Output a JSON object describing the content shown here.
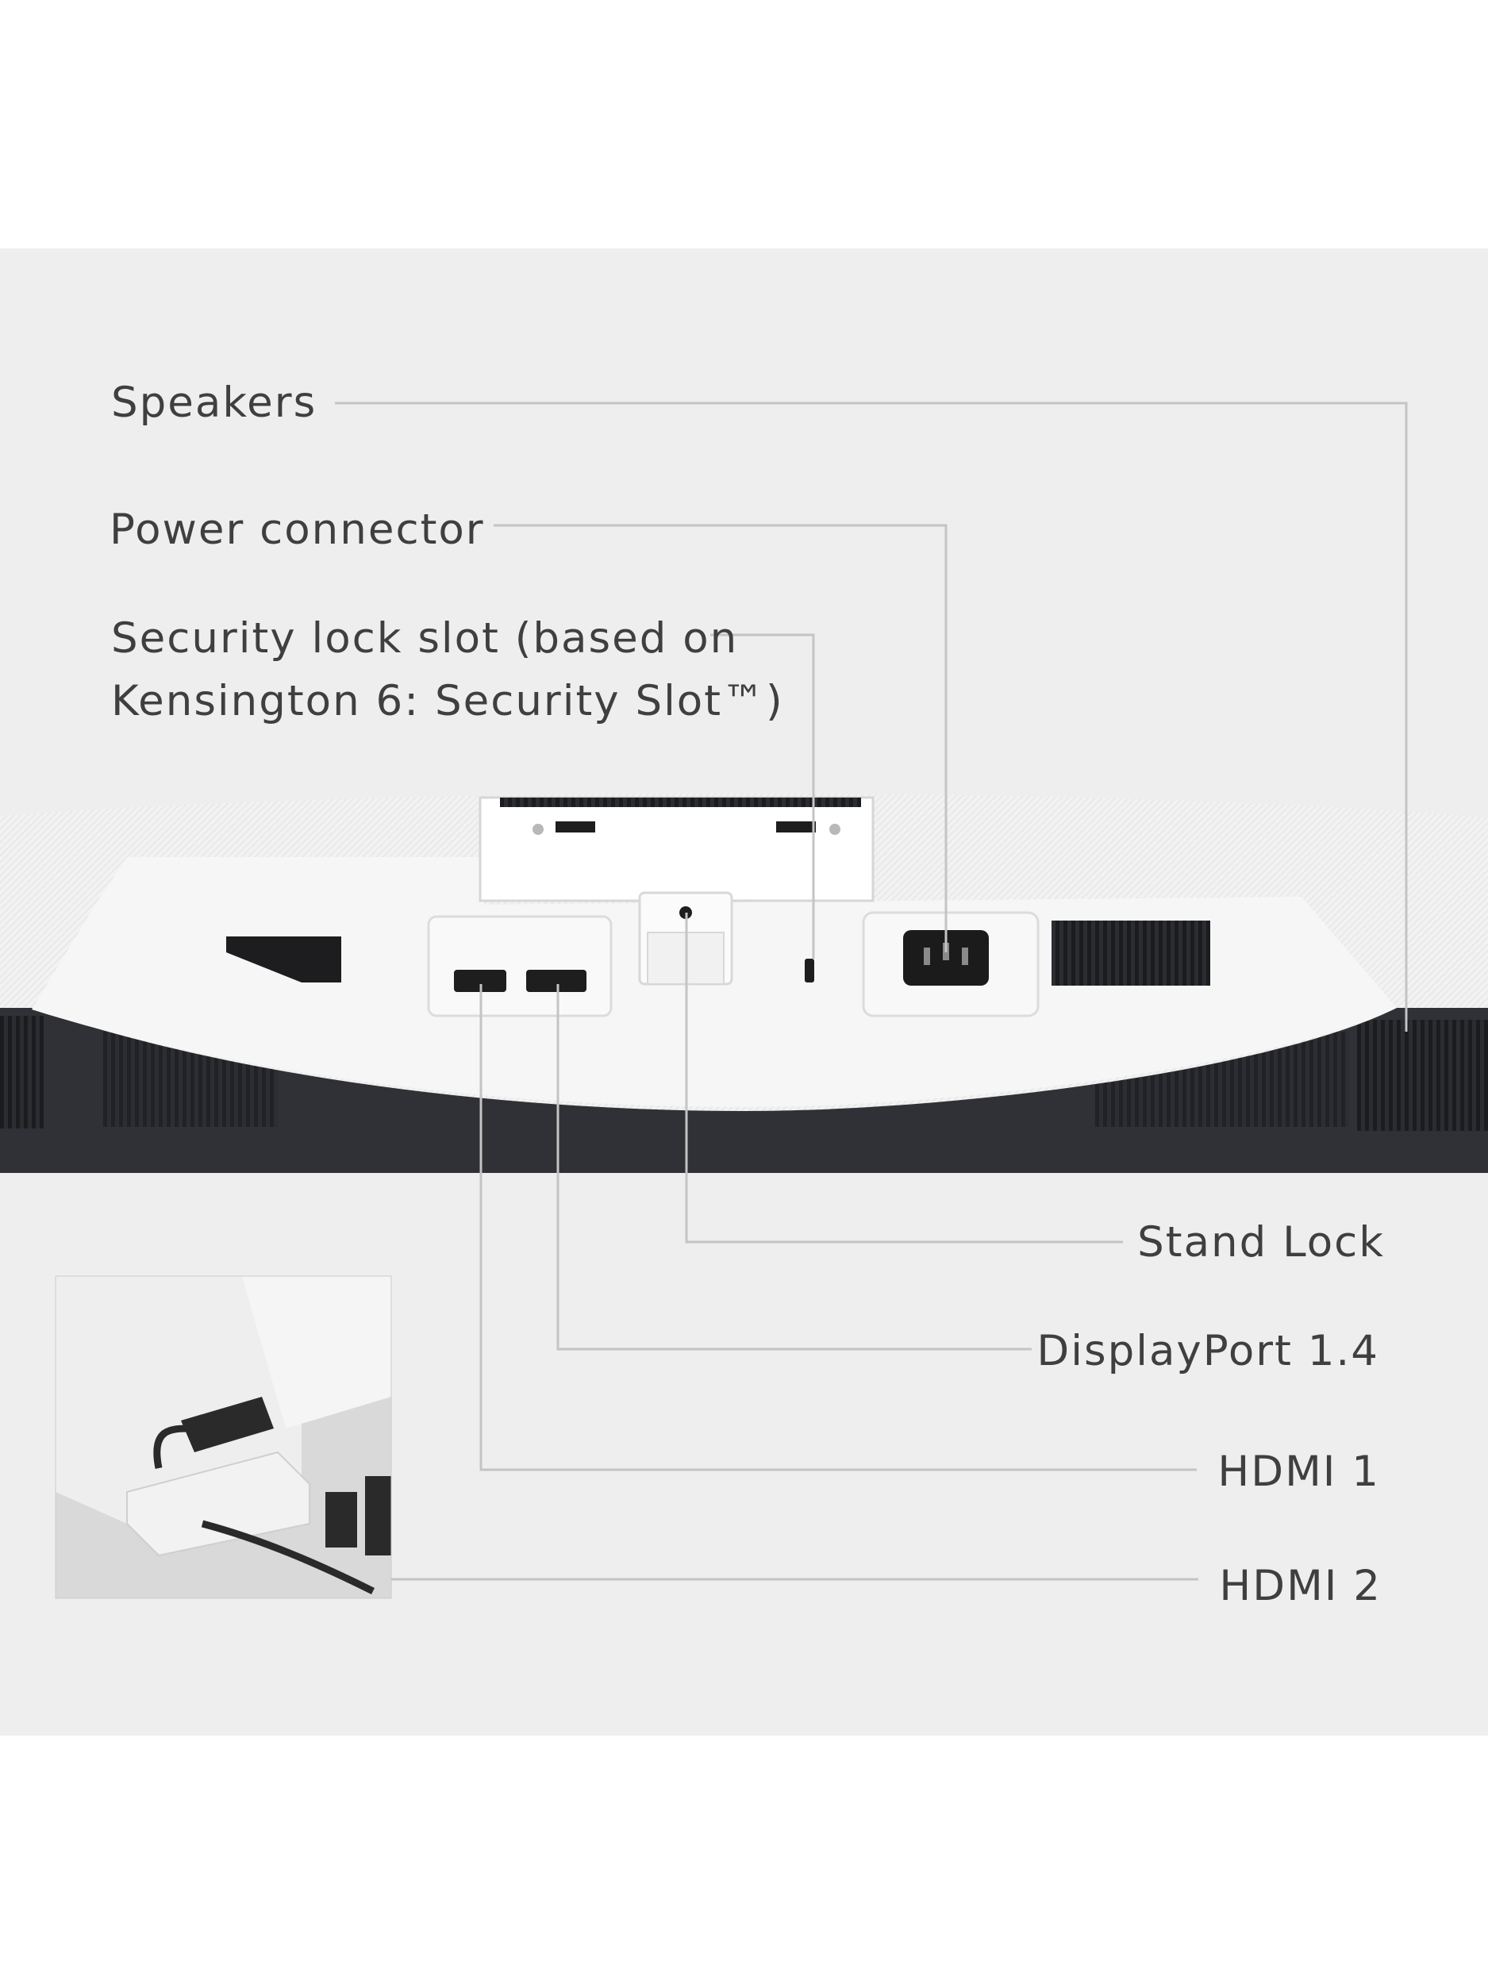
{
  "labels": {
    "speakers": "Speakers",
    "power_connector": "Power connector",
    "security_lock_line1": "Security lock slot (based on",
    "security_lock_line2": "Kensington 6: Security Slot™)",
    "stand_lock": "Stand Lock",
    "displayport": "DisplayPort 1.4",
    "hdmi1": "HDMI 1",
    "hdmi2": "HDMI 2"
  },
  "colors": {
    "background": "#eeeeee",
    "label_text": "#3f3f3f",
    "leader_line": "#c4c4c4",
    "monitor_body": "#f4f4f4",
    "monitor_dark": "#2f3035"
  }
}
